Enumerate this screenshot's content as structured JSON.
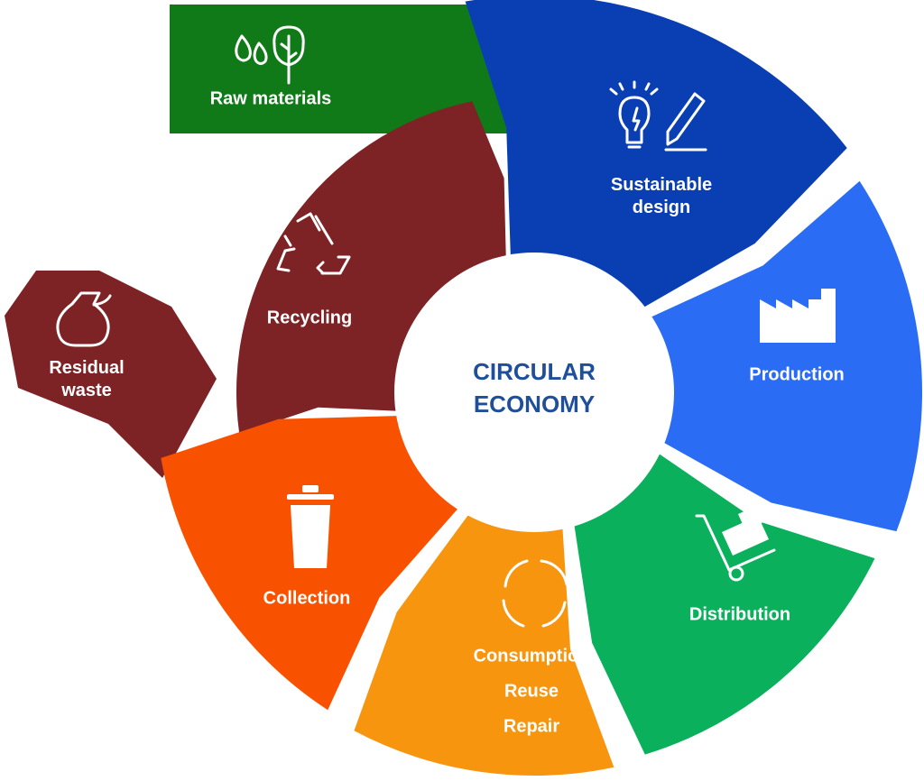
{
  "center": {
    "line1": "CIRCULAR",
    "line2": "ECONOMY"
  },
  "stages": {
    "raw_materials": {
      "label": "Raw materials",
      "color": "#0f7a17",
      "icon": "water-drops-and-tree-icon"
    },
    "sustainable_design": {
      "line1": "Sustainable",
      "line2": "design",
      "color": "#0a3fb3",
      "icon": "lightbulb-and-pencil-icon"
    },
    "production": {
      "label": "Production",
      "color": "#2a6df4",
      "icon": "factory-icon"
    },
    "distribution": {
      "label": "Distribution",
      "color": "#0bb05c",
      "icon": "hand-truck-icon"
    },
    "consumption": {
      "line1": "Consumption",
      "line2": "Reuse",
      "line3": "Repair",
      "color": "#f7950f",
      "icon": "cycle-arrows-icon"
    },
    "collection": {
      "label": "Collection",
      "color": "#f85200",
      "icon": "trash-can-icon"
    },
    "recycling": {
      "label": "Recycling",
      "color": "#7e2325",
      "icon": "recycle-icon"
    },
    "residual_waste": {
      "line1": "Residual",
      "line2": "waste",
      "color": "#7e2325",
      "icon": "garbage-bag-icon"
    }
  },
  "center_text_color": "#1f4e9a"
}
